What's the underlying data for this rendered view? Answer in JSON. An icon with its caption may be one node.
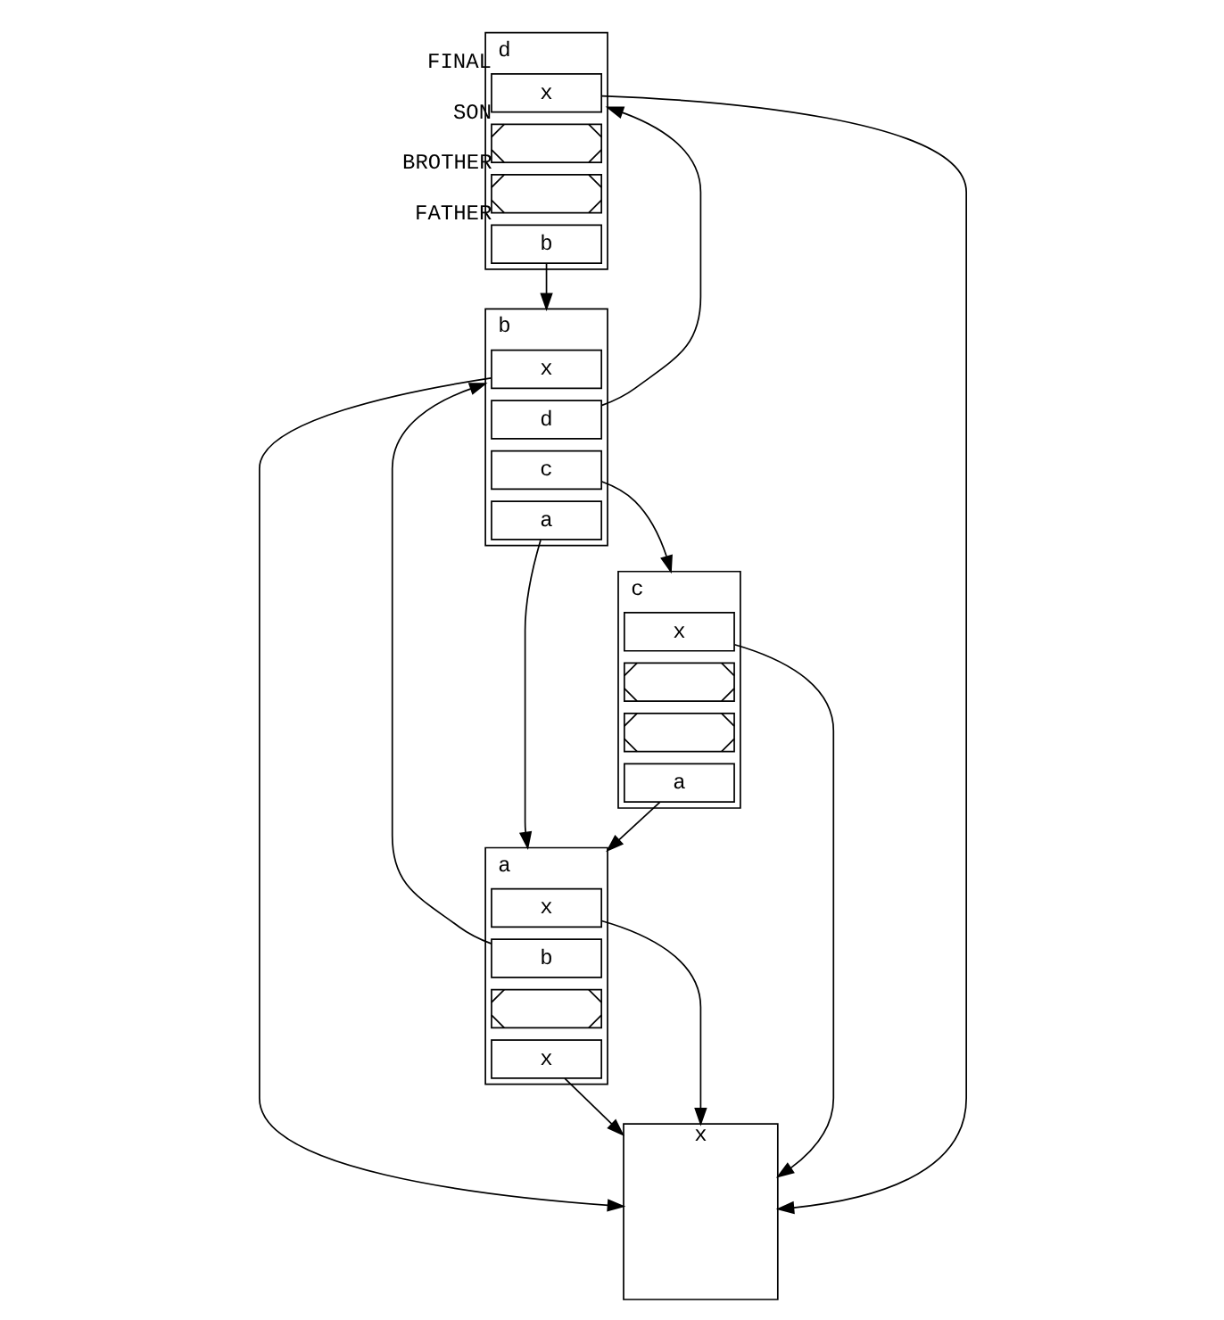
{
  "diagram": {
    "nodes": [
      {
        "text": [
          "d"
        ]
      },
      {
        "text": [
          "x"
        ],
        "in": 0,
        "beside": [
          "FINAL"
        ]
      },
      {
        "text": [],
        "shape": "box",
        "in": 0,
        "beside": [
          "SON"
        ]
      },
      {
        "text": [],
        "shape": "box",
        "in": 0,
        "beside": [
          "BROTHER"
        ]
      },
      {
        "text": [
          "b"
        ],
        "in": 0,
        "beside": [
          "FATHER"
        ]
      },
      {
        "text": [
          "b"
        ]
      },
      {
        "text": [
          "x"
        ],
        "in": 5
      },
      {
        "text": [
          "d"
        ],
        "in": 5
      },
      {
        "text": [
          "c"
        ],
        "in": 5
      },
      {
        "text": [
          "a"
        ],
        "in": 5
      },
      {
        "text": [
          "c"
        ]
      },
      {
        "text": [
          "x"
        ],
        "in": 10
      },
      {
        "text": [],
        "shape": "box",
        "in": 10
      },
      {
        "text": [],
        "shape": "box",
        "in": 10
      },
      {
        "text": [
          "a"
        ],
        "in": 10
      },
      {
        "text": [
          "a"
        ]
      },
      {
        "text": [
          "x"
        ],
        "in": 15
      },
      {
        "text": [
          "b"
        ],
        "in": 15
      },
      {
        "text": [],
        "shape": "box",
        "in": 15
      },
      {
        "text": [
          "x"
        ],
        "in": 15
      },
      {
        "text": [
          "x"
        ]
      }
    ],
    "edges": [
      {
        "from": 1,
        "to": 20,
        "arrow": "to"
      },
      {
        "from": 4,
        "to": 5,
        "arrow": "to"
      },
      {
        "from": 6,
        "to": 20,
        "arrow": "to"
      },
      {
        "from": 7,
        "to": 0,
        "arrow": "to"
      },
      {
        "from": 8,
        "to": 10,
        "arrow": "to"
      },
      {
        "from": 9,
        "to": 15,
        "arrow": "to"
      },
      {
        "from": 11,
        "to": 20,
        "arrow": "to"
      },
      {
        "from": 14,
        "to": 15,
        "arrow": "to"
      },
      {
        "from": 16,
        "to": 20,
        "arrow": "to"
      },
      {
        "from": 17,
        "to": 5,
        "arrow": "to"
      },
      {
        "from": 19,
        "to": 20,
        "arrow": "to"
      }
    ]
  }
}
